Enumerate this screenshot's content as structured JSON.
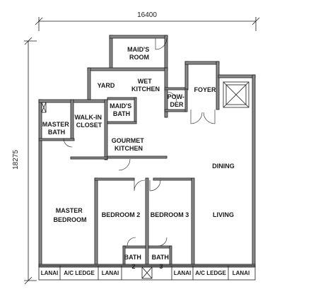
{
  "dimensions": {
    "width": "16400",
    "height": "18275"
  },
  "rooms": {
    "maids_room": [
      "MAID'S",
      "ROOM"
    ],
    "yard": "YARD",
    "wet_kitchen": [
      "WET",
      "KITCHEN"
    ],
    "powder": [
      "POW-",
      "DER"
    ],
    "foyer": "FOYER",
    "master_bath": [
      "MASTER",
      "BATH"
    ],
    "walk_in_closet": [
      "WALK-IN",
      "CLOSET"
    ],
    "maids_bath": [
      "MAID'S",
      "BATH"
    ],
    "gourmet_kitchen": [
      "GOURMET",
      "KITCHEN"
    ],
    "dining": "DINING",
    "master_bedroom": [
      "MASTER",
      "BEDROOM"
    ],
    "bedroom_2": "BEDROOM 2",
    "bedroom_3": "BEDROOM 3",
    "living": "LIVING",
    "bath_2": [
      "BATH",
      "2"
    ],
    "bath_3": [
      "BATH",
      "3"
    ]
  },
  "balcony": {
    "lanai_1": "LANAI",
    "ac_ledge_1": "A/C LEDGE",
    "lanai_2": "LANAI",
    "lanai_3": "LANAI",
    "ac_ledge_2": "A/C LEDGE",
    "lanai_4": "LANAI"
  }
}
